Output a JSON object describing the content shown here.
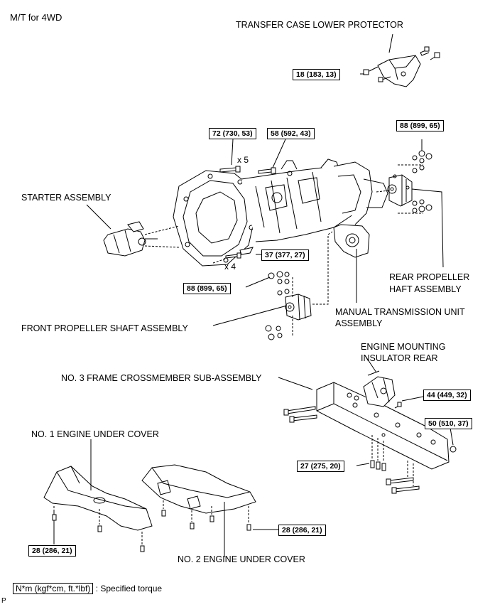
{
  "header": {
    "title": "M/T for 4WD"
  },
  "labels": {
    "transfer_case_lower_protector": "TRANSFER CASE LOWER PROTECTOR",
    "starter_assembly": "STARTER ASSEMBLY",
    "rear_propeller_1": "REAR PROPELLER",
    "rear_propeller_2": "HAFT ASSEMBLY",
    "manual_transmission_1": "MANUAL TRANSMISSION UNIT",
    "manual_transmission_2": "ASSEMBLY",
    "front_propeller": "FRONT PROPELLER SHAFT ASSEMBLY",
    "engine_mounting_1": "ENGINE MOUNTING",
    "engine_mounting_2": "INSULATOR REAR",
    "no3_crossmember": "NO. 3 FRAME CROSSMEMBER SUB-ASSEMBLY",
    "no1_under_cover": "NO. 1 ENGINE UNDER COVER",
    "no2_under_cover": "NO. 2 ENGINE UNDER COVER"
  },
  "quantities": {
    "x5": "x 5",
    "x4": "x 4"
  },
  "torques": {
    "protector": "18 (183, 13)",
    "bolt_72": "72 (730, 53)",
    "bolt_58": "58 (592, 43)",
    "rear_prop": "88 (899, 65)",
    "bolt_37": "37 (377, 27)",
    "front_prop": "88 (899, 65)",
    "mount_44": "44 (449, 32)",
    "cross_50": "50 (510, 37)",
    "cross_27": "27 (275, 20)",
    "cover2_28": "28 (286, 21)",
    "cover1_28": "28 (286, 21)"
  },
  "legend": {
    "unit": "N*m (kgf*cm, ft.*lbf)",
    "text": ": Specified torque"
  },
  "footer": {
    "mark": "P"
  }
}
